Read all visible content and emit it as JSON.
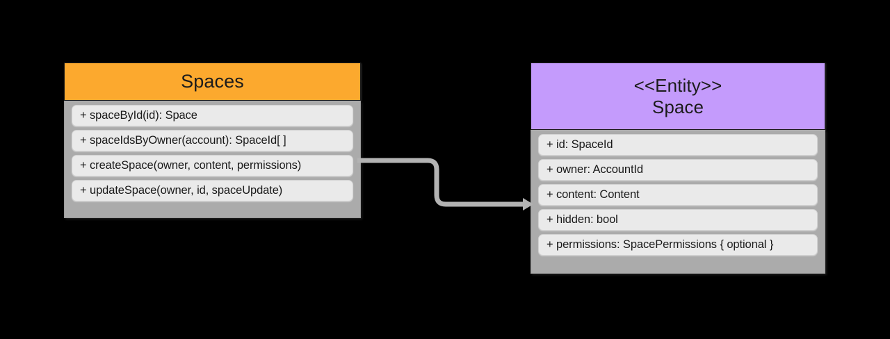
{
  "diagram": {
    "type": "uml-class-diagram",
    "background_color": "#000000",
    "nodes": [
      {
        "id": "spaces",
        "header_color": "#fca92e",
        "body_color": "#ababab",
        "title_lines": [
          "Spaces"
        ],
        "rows": [
          "+ spaceById(id): Space",
          "+ spaceIdsByOwner(account): SpaceId[ ]",
          "+ createSpace(owner, content, permissions)",
          "+ updateSpace(owner, id, spaceUpdate)"
        ]
      },
      {
        "id": "space-entity",
        "header_color": "#c49bfc",
        "body_color": "#ababab",
        "title_lines": [
          "<<Entity>>",
          "Space"
        ],
        "rows": [
          "+ id: SpaceId",
          "+ owner: AccountId",
          "+ content: Content",
          "+ hidden: bool",
          "+ permissions: SpacePermissions { optional }"
        ]
      }
    ],
    "edges": [
      {
        "id": "spaces-to-space",
        "from": "spaces",
        "to": "space-entity",
        "style": "orthogonal-rounded",
        "color": "#b3b3b3",
        "arrowhead": "filled-triangle",
        "arrowhead_position": "end"
      }
    ]
  }
}
